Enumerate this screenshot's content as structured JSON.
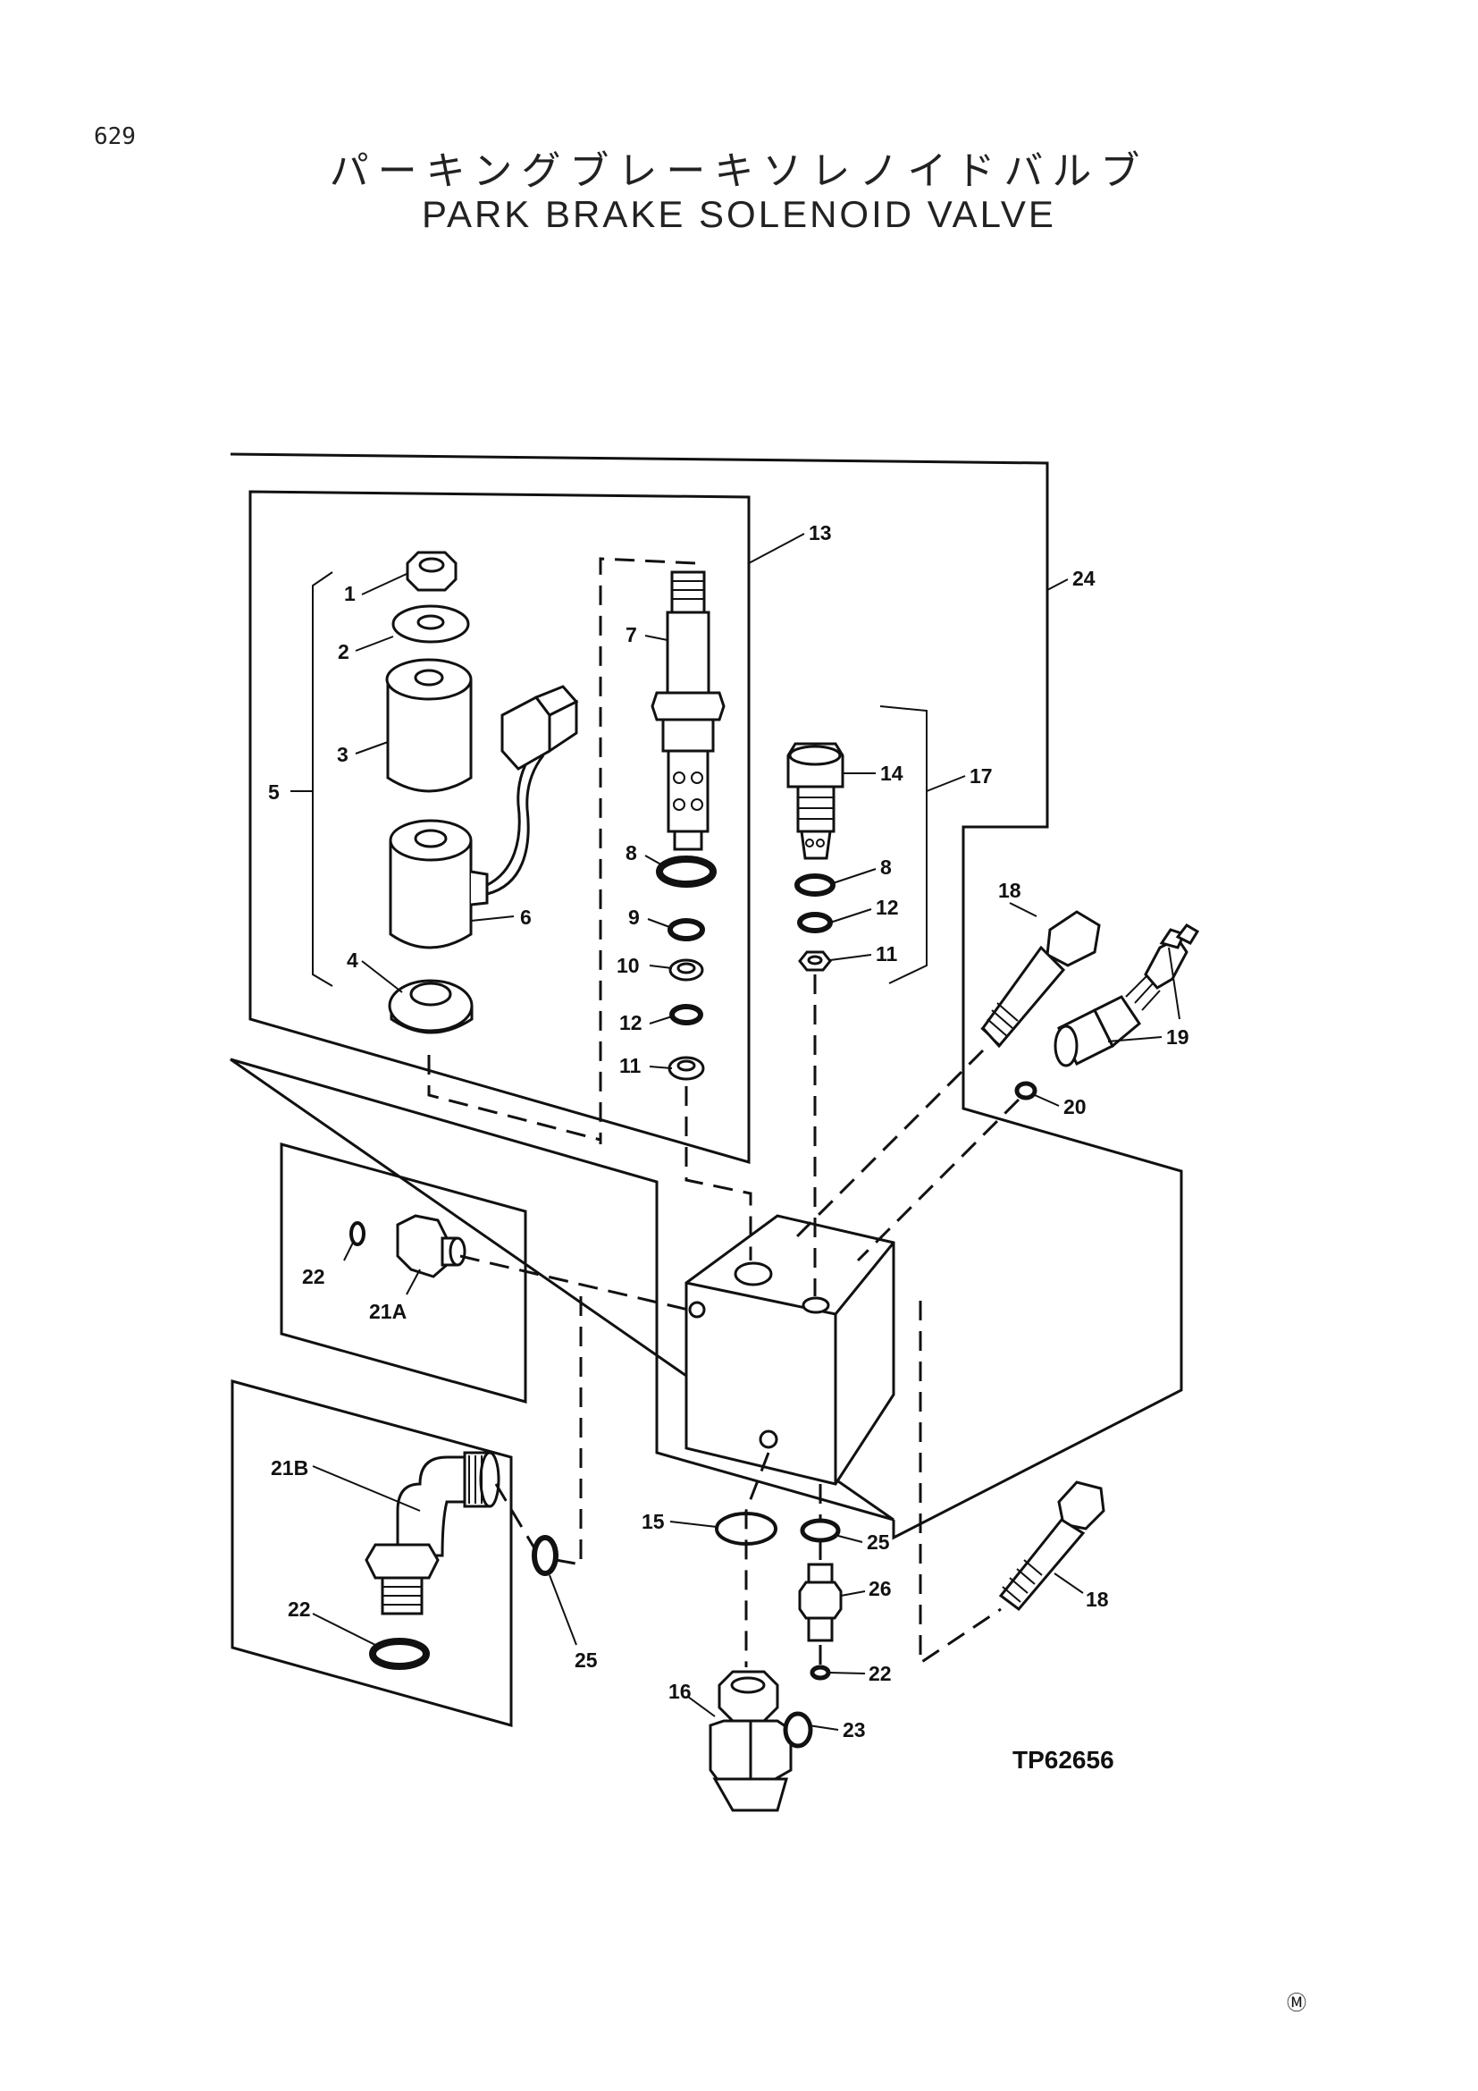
{
  "page": {
    "number": "629",
    "title_jp": "パーキングブレーキソレノイドバルブ",
    "title_en": "PARK BRAKE SOLENOID VALVE"
  },
  "diagram": {
    "code": "TP62656",
    "mark": "Ⓜ",
    "callouts": {
      "c1": "1",
      "c2": "2",
      "c3": "3",
      "c4": "4",
      "c5": "5",
      "c6": "6",
      "c7": "7",
      "c8a": "8",
      "c8b": "8",
      "c9": "9",
      "c10": "10",
      "c11a": "11",
      "c11b": "11",
      "c12a": "12",
      "c12b": "12",
      "c13": "13",
      "c14": "14",
      "c15": "15",
      "c16": "16",
      "c17": "17",
      "c18a": "18",
      "c18b": "18",
      "c19": "19",
      "c20": "20",
      "c21a": "21A",
      "c21b": "21B",
      "c22a": "22",
      "c22b": "22",
      "c22c": "22",
      "c23": "23",
      "c24": "24",
      "c25a": "25",
      "c25b": "25",
      "c26": "26"
    }
  }
}
